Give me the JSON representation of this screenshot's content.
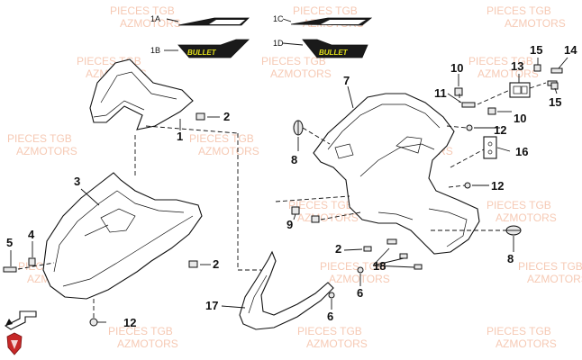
{
  "watermark": {
    "line1": "PIECES TGB",
    "line2": "AZMOTORS"
  },
  "callouts": {
    "c1": "1",
    "c1a": "1A",
    "c1b": "1B",
    "c1c": "1C",
    "c1d": "1D",
    "c2_top": "2",
    "c2_mid": "2",
    "c2_right": "2",
    "c3": "3",
    "c4": "4",
    "c5": "5",
    "c6_a": "6",
    "c6_b": "6",
    "c7": "7",
    "c8_left": "8",
    "c8_right": "8",
    "c9": "9",
    "c10_a": "10",
    "c10_b": "10",
    "c11": "11",
    "c12_a": "12",
    "c12_b": "12",
    "c12_c": "12",
    "c13": "13",
    "c14": "14",
    "c15_a": "15",
    "c15_b": "15",
    "c16": "16",
    "c17": "17",
    "c18": "18"
  },
  "decal_text": {
    "left": "BULLET",
    "right": "BULLET"
  },
  "colors": {
    "watermark": "#f3b89b",
    "decal_yellow": "#e4e21a",
    "logo_red": "#c62828",
    "line": "#111111"
  },
  "icons": {
    "logo": "shield-logo-icon",
    "direction": "front-arrow-icon"
  }
}
